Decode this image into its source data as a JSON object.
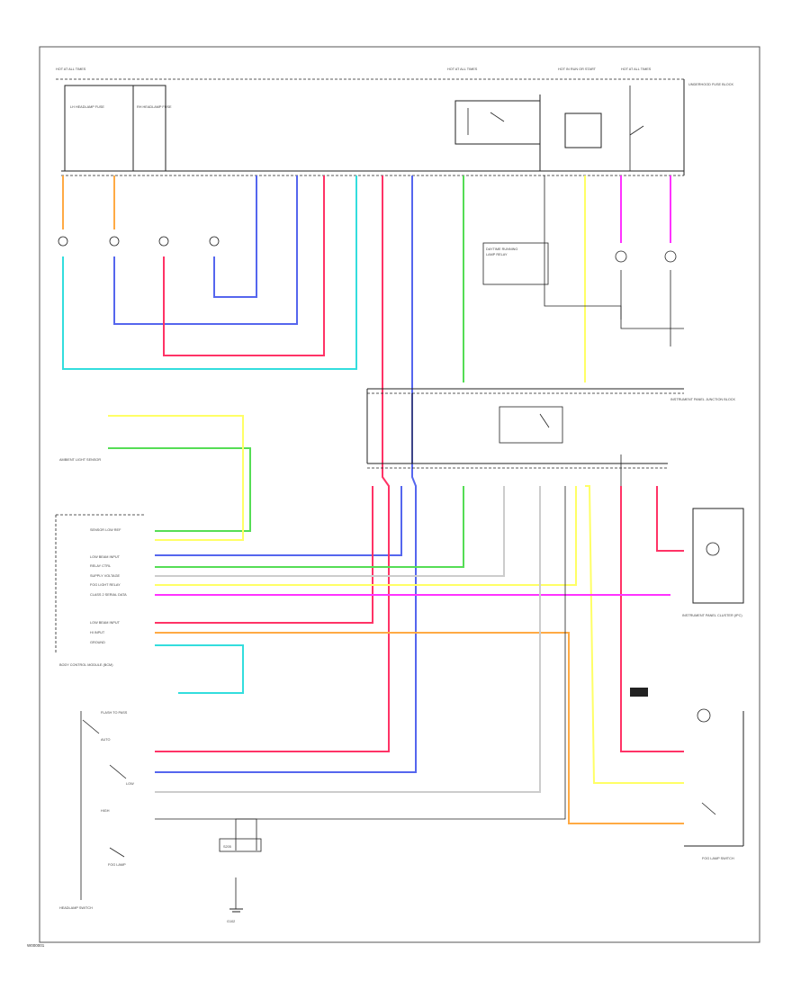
{
  "diagram": {
    "page_code": "W000001",
    "hot_labels": [
      {
        "name": "hot-at-all-times-left",
        "text": "HOT AT ALL TIMES"
      },
      {
        "name": "hot-at-all-times-center",
        "text": "HOT AT ALL TIMES"
      },
      {
        "name": "hot-in-run-start",
        "text": "HOT IN RUN OR START"
      },
      {
        "name": "hot-at-all-times-right",
        "text": "HOT AT ALL TIMES"
      }
    ],
    "module_labels": [
      {
        "name": "underhood-fuse-block",
        "text": "UNDERHOOD FUSE BLOCK"
      },
      {
        "name": "instrument-panel-junction-block",
        "text": "INSTRUMENT PANEL JUNCTION BLOCK"
      },
      {
        "name": "instrument-panel-cluster",
        "text": "INSTRUMENT PANEL CLUSTER (IPC)"
      },
      {
        "name": "headlamp-switch",
        "text": "HEADLAMP SWITCH"
      },
      {
        "name": "ambient-light-sensor",
        "text": "AMBIENT LIGHT SENSOR"
      },
      {
        "name": "body-control-module",
        "text": "BODY CONTROL MODULE (BCM)"
      },
      {
        "name": "fog-lamp-switch",
        "text": "FOG LAMP SWITCH"
      }
    ],
    "bcm_pins": [
      {
        "name": "pin-sensor-low-ref",
        "text": "SENSOR LOW REF"
      },
      {
        "name": "pin-low-beam-input",
        "text": "LOW BEAM INPUT"
      },
      {
        "name": "pin-relay-ctrl",
        "text": "RELAY CTRL"
      },
      {
        "name": "pin-supply-voltage",
        "text": "SUPPLY VOLTAGE"
      },
      {
        "name": "pin-fog-light-relay",
        "text": "FOG LIGHT RELAY"
      },
      {
        "name": "pin-class2-serial-data",
        "text": "CLASS 2 SERIAL DATA"
      },
      {
        "name": "pin-low-beam-input-2",
        "text": "LOW BEAM INPUT"
      },
      {
        "name": "pin-hi-input",
        "text": "HI INPUT"
      },
      {
        "name": "pin-ground",
        "text": "GROUND"
      }
    ],
    "switch_labels": [
      {
        "name": "switch-flash-to-pass",
        "text": "FLASH TO PASS"
      },
      {
        "name": "switch-auto",
        "text": "AUTO"
      },
      {
        "name": "switch-low",
        "text": "LOW"
      },
      {
        "name": "switch-high",
        "text": "HIGH"
      },
      {
        "name": "switch-fog-lamp",
        "text": "FOG LAMP"
      }
    ],
    "ground_label": "G102",
    "splice_label": "S205",
    "colors": {
      "light_blue": "#33dddd",
      "dark_blue": "#5566ee",
      "pink": "#ff3366",
      "green": "#55dd55",
      "yellow": "#ffff66",
      "magenta": "#ff33ff",
      "orange": "#ffaa44",
      "light_orange": "#ffcc88",
      "gray": "#999999",
      "black": "#222222"
    }
  }
}
